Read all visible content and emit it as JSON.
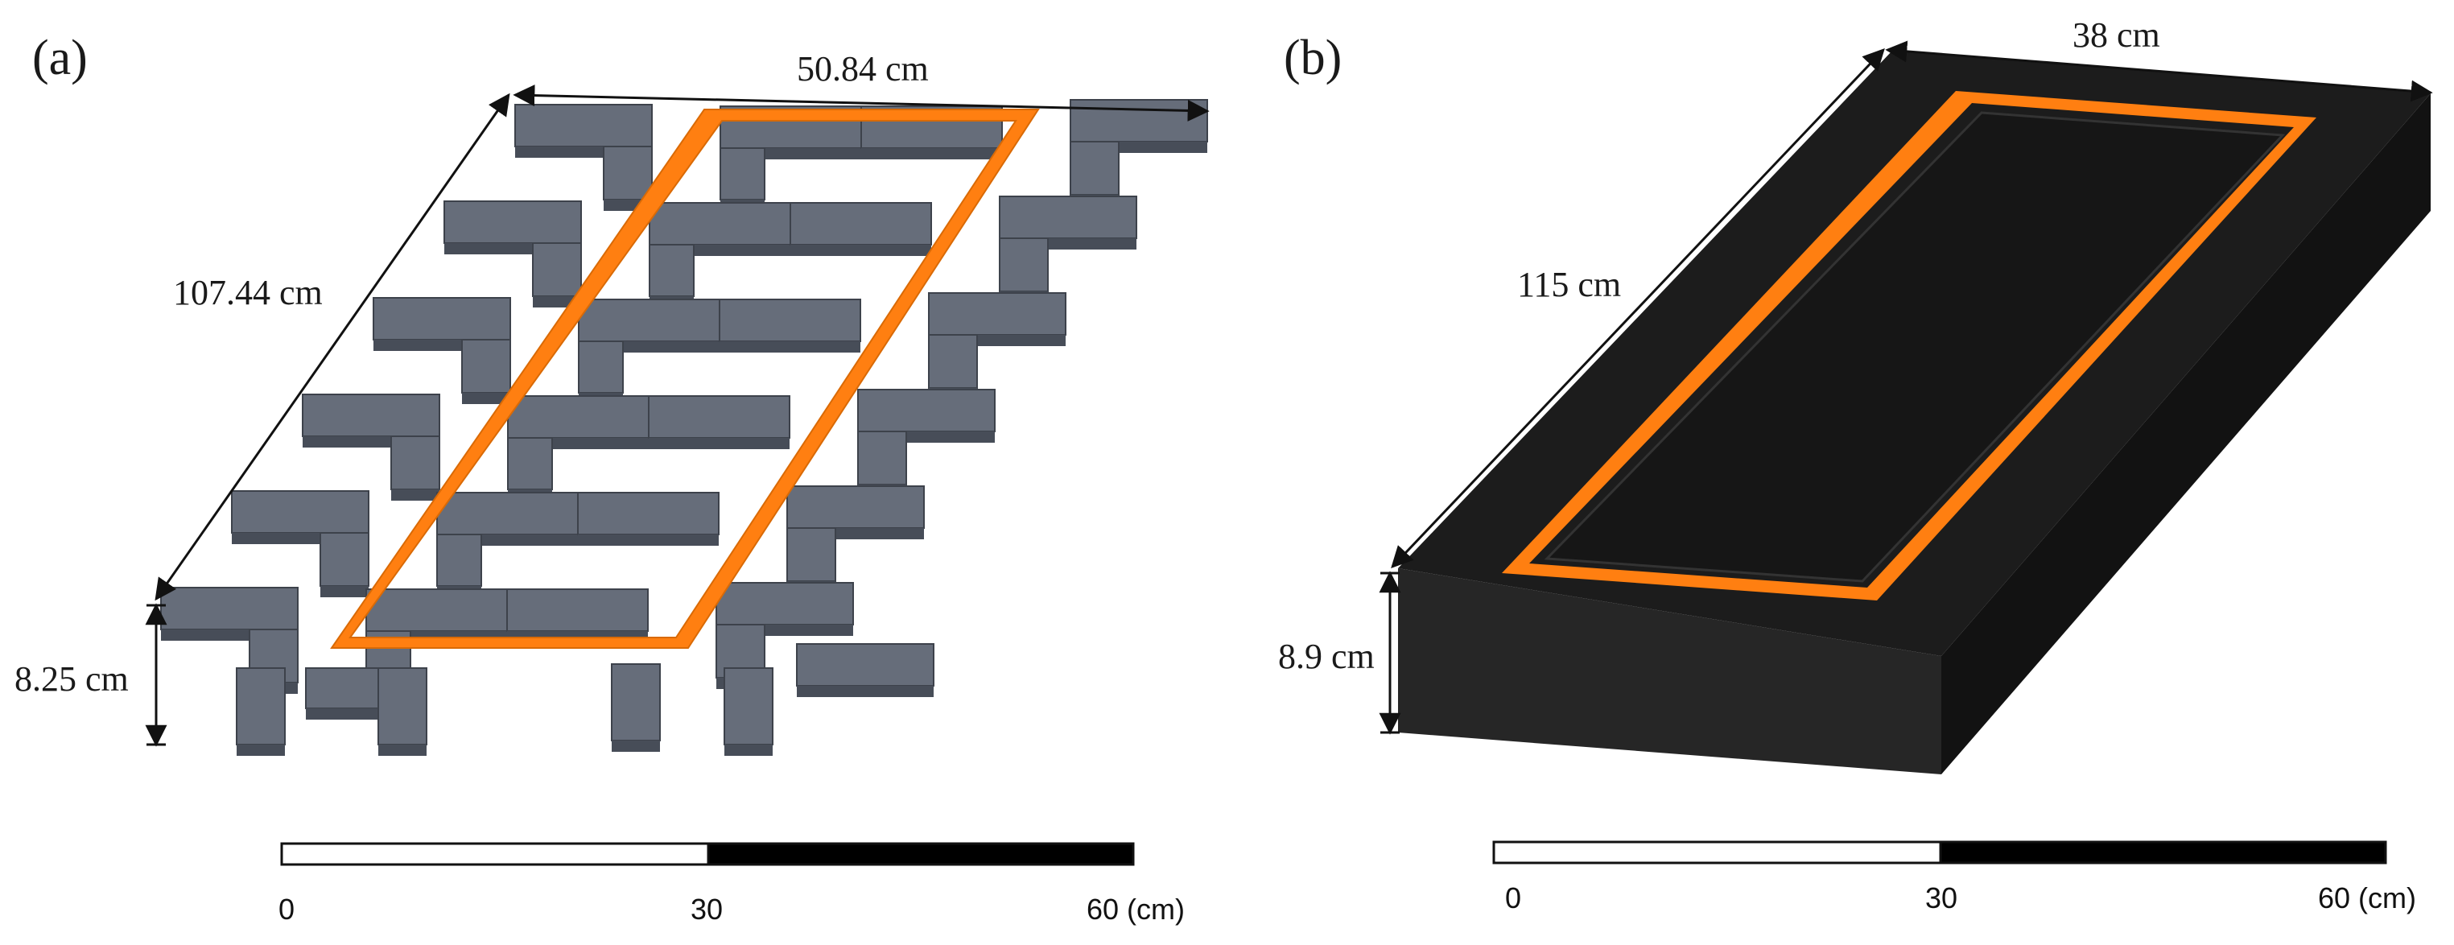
{
  "panels": {
    "a": {
      "label": "(a)",
      "width_dim": "50.84 cm",
      "length_dim": "107.44 cm",
      "height_dim": "8.25 cm",
      "scale_ticks": [
        "0",
        "30",
        "60 (cm)"
      ]
    },
    "b": {
      "label": "(b)",
      "width_dim": "38 cm",
      "length_dim": "115 cm",
      "height_dim": "8.9 cm",
      "scale_ticks": [
        "0",
        "30",
        "60 (cm)"
      ]
    }
  },
  "colors": {
    "paver_top": "#666d7a",
    "paver_front": "#545b67",
    "paver_side": "#474d58",
    "frame_orange": "#ff7f11",
    "slab_top": "#1c1c1c",
    "slab_front": "#262626",
    "slab_side": "#121212",
    "scale_dark": "#000000",
    "scale_light": "#ffffff"
  }
}
